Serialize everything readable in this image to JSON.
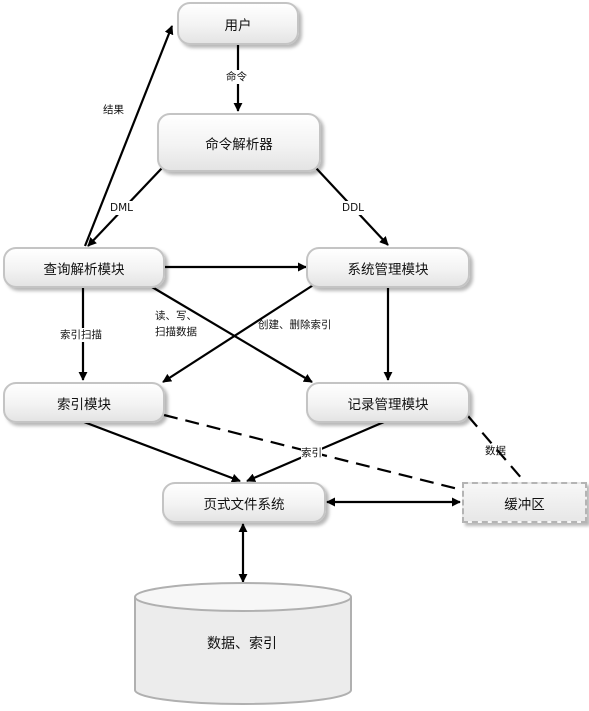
{
  "nodes": {
    "user": "用户",
    "cmd_parser": "命令解析器",
    "query_parse": "查询解析模块",
    "sys_manage": "系统管理模块",
    "index_module": "索引模块",
    "record_manage": "记录管理模块",
    "page_fs": "页式文件系统",
    "buffer": "缓冲区",
    "storage": "数据、索引"
  },
  "edges": {
    "command": "命令",
    "result": "结果",
    "dml": "DML",
    "ddl": "DDL",
    "rw_scan_line1": "读、写、",
    "rw_scan_line2": "扫描数据",
    "index_scan": "索引扫描",
    "create_delete_index": "创建、删除索引",
    "index": "索引",
    "data": "数据"
  }
}
